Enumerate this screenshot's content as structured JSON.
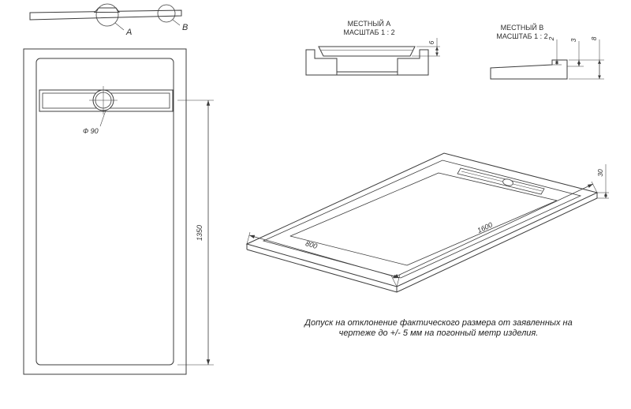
{
  "section_view": {
    "label_a": "A",
    "label_b": "B"
  },
  "plan_view": {
    "drain_label": "Ф 90",
    "height_dim": "1350"
  },
  "detail_a": {
    "title": "МЕСТНЫЙ A",
    "scale": "МАСШТАБ 1 : 2",
    "thickness_dim": "6"
  },
  "detail_b": {
    "title": "МЕСТНЫЙ B",
    "scale": "МАСШТАБ 1 : 2",
    "dim_small": "2",
    "dim_mid": "3",
    "dim_total": "8"
  },
  "iso_view": {
    "width_dim": "800",
    "length_dim": "1600",
    "depth_dim": "30"
  },
  "note": {
    "line1": "Допуск на отклонение фактического размера от заявленных на",
    "line2": "чертеже до +/- 5 мм на погонный метр изделия."
  },
  "colors": {
    "line": "#3c3c3c",
    "text": "#2e2e2e",
    "background": "#ffffff"
  }
}
